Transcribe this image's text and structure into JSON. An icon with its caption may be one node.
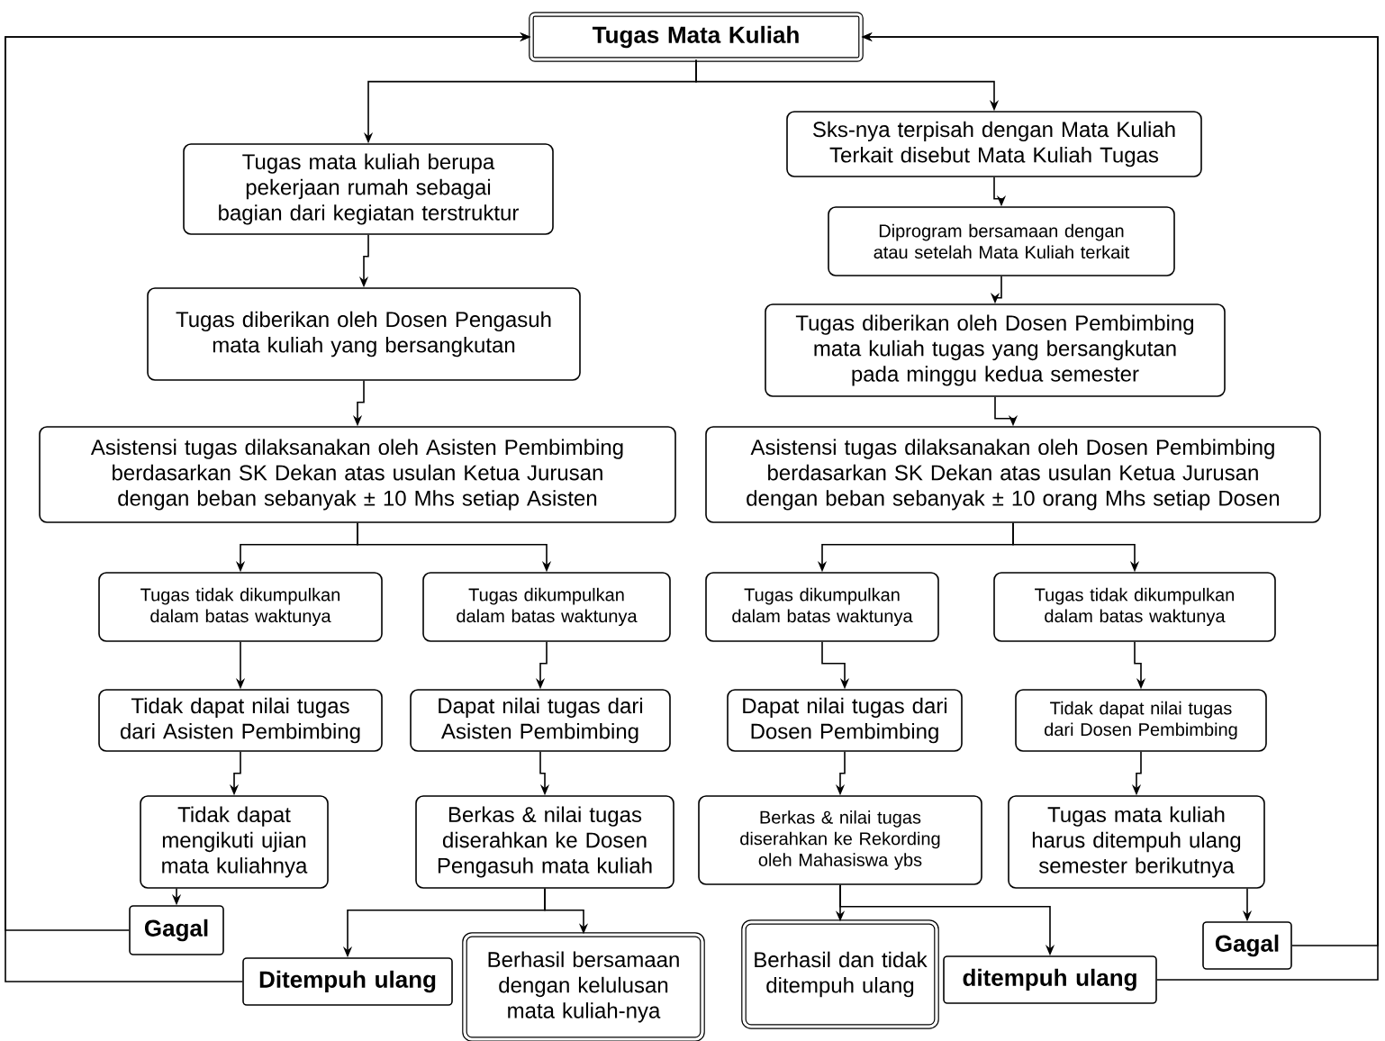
{
  "diagram": {
    "nodes": [
      {
        "text": [
          "Tugas Mata Kuliah"
        ]
      },
      {
        "text": [
          "Tugas mata kuliah berupa pekerjaan rumah sebagai bagian dari kegiatan terstruktur"
        ]
      },
      {
        "text": [
          "Tugas diberikan oleh Dosen Pengasuh mata kuliah yang bersangkutan"
        ]
      },
      {
        "text": [
          "Asistensi tugas dilaksanakan oleh Asisten Pembimbing berdasarkan SK Dekan atas usulan Ketua Jurusan dengan beban sebanyak ± 10 Mhs setiap Asisten"
        ]
      },
      {
        "text": [
          "Tugas tidak dikumpulkan dalam batas waktunya"
        ]
      },
      {
        "text": [
          "Tugas dikumpulkan dalam batas waktunya"
        ]
      },
      {
        "text": [
          "Tidak dapat nilai tugas dari Asisten Pembimbing"
        ]
      },
      {
        "text": [
          "Dapat nilai tugas dari Asisten Pembimbing"
        ]
      },
      {
        "text": [
          "Tidak dapat mengikuti ujian mata kuliahnya"
        ]
      },
      {
        "text": [
          "Berkas & nilai tugas diserahkan ke Dosen Pengasuh mata kuliah"
        ]
      },
      {
        "text": [
          "Gagal"
        ]
      },
      {
        "text": [
          "Ditempuh ulang"
        ]
      },
      {
        "text": [
          "Berhasil bersamaan dengan kelulusan mata kuliah-nya"
        ]
      },
      {
        "text": [
          "Sks-nya terpisah dengan Mata Kuliah Terkait disebut Mata Kuliah Tugas"
        ]
      },
      {
        "text": [
          "Diprogram bersamaan dengan atau setelah Mata Kuliah terkait"
        ]
      },
      {
        "text": [
          "Tugas diberikan oleh Dosen Pembimbing mata kuliah tugas yang bersangkutan pada minggu kedua semester"
        ]
      },
      {
        "text": [
          "Asistensi tugas dilaksanakan oleh Dosen Pembimbing berdasarkan SK Dekan atas usulan Ketua Jurusan dengan beban sebanyak ± 10 orang Mhs setiap Dosen"
        ]
      },
      {
        "text": [
          "Tugas dikumpulkan dalam batas waktunya"
        ]
      },
      {
        "text": [
          "Tugas tidak dikumpulkan dalam batas waktunya"
        ]
      },
      {
        "text": [
          "Dapat nilai tugas dari Dosen Pembimbing"
        ]
      },
      {
        "text": [
          "Tidak dapat nilai tugas dari Dosen Pembimbing"
        ]
      },
      {
        "text": [
          "Berkas & nilai tugas diserahkan ke Rekording oleh Mahasiswa ybs"
        ]
      },
      {
        "text": [
          "Tugas mata kuliah harus ditempuh ulang semester berikutnya"
        ]
      },
      {
        "text": [
          "Berhasil dan tidak ditempuh ulang"
        ]
      },
      {
        "text": [
          "ditempuh ulang"
        ]
      },
      {
        "text": [
          "Gagal"
        ]
      }
    ],
    "edges": [
      {
        "from": 0,
        "to": 1,
        "arrow": "to"
      },
      {
        "from": 0,
        "to": 13,
        "arrow": "to"
      },
      {
        "from": 1,
        "to": 2,
        "arrow": "to"
      },
      {
        "from": 2,
        "to": 3,
        "arrow": "to"
      },
      {
        "from": 3,
        "to": 4,
        "arrow": "to"
      },
      {
        "from": 3,
        "to": 5,
        "arrow": "to"
      },
      {
        "from": 4,
        "to": 6,
        "arrow": "to"
      },
      {
        "from": 5,
        "to": 7,
        "arrow": "to"
      },
      {
        "from": 6,
        "to": 8,
        "arrow": "to"
      },
      {
        "from": 7,
        "to": 9,
        "arrow": "to"
      },
      {
        "from": 8,
        "to": 10,
        "arrow": "to"
      },
      {
        "from": 9,
        "to": 11,
        "arrow": "to"
      },
      {
        "from": 9,
        "to": 12,
        "arrow": "to"
      },
      {
        "from": 13,
        "to": 14,
        "arrow": "to"
      },
      {
        "from": 14,
        "to": 15,
        "arrow": "to"
      },
      {
        "from": 15,
        "to": 16,
        "arrow": "to"
      },
      {
        "from": 16,
        "to": 17,
        "arrow": "to"
      },
      {
        "from": 16,
        "to": 18,
        "arrow": "to"
      },
      {
        "from": 17,
        "to": 19,
        "arrow": "to"
      },
      {
        "from": 18,
        "to": 20,
        "arrow": "to"
      },
      {
        "from": 19,
        "to": 21,
        "arrow": "to"
      },
      {
        "from": 20,
        "to": 22,
        "arrow": "to"
      },
      {
        "from": 21,
        "to": 23,
        "arrow": "to"
      },
      {
        "from": 21,
        "to": 24,
        "arrow": "to"
      },
      {
        "from": 22,
        "to": 25,
        "arrow": "to"
      },
      {
        "from": 10,
        "to": 0,
        "arrow": "to"
      },
      {
        "from": 11,
        "to": 0,
        "arrow": "to"
      },
      {
        "from": 25,
        "to": 0,
        "arrow": "to"
      },
      {
        "from": 24,
        "to": 0,
        "arrow": "to"
      }
    ]
  }
}
